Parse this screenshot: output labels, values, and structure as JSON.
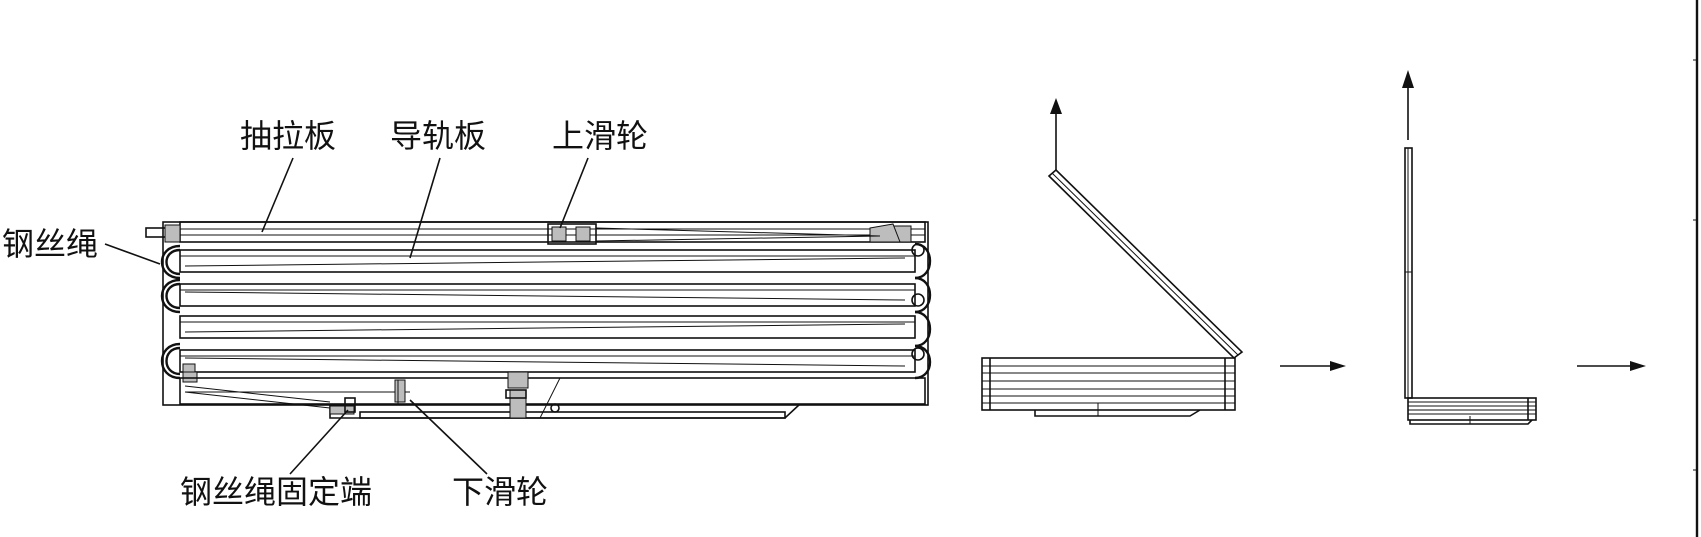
{
  "labels": {
    "drawer_board": "抽拉板",
    "guide_rail_board": "导轨板",
    "upper_pulley": "上滑轮",
    "wire_rope": "钢丝绳",
    "wire_rope_fixed_end": "钢丝绳固定端",
    "lower_pulley": "下滑轮"
  }
}
